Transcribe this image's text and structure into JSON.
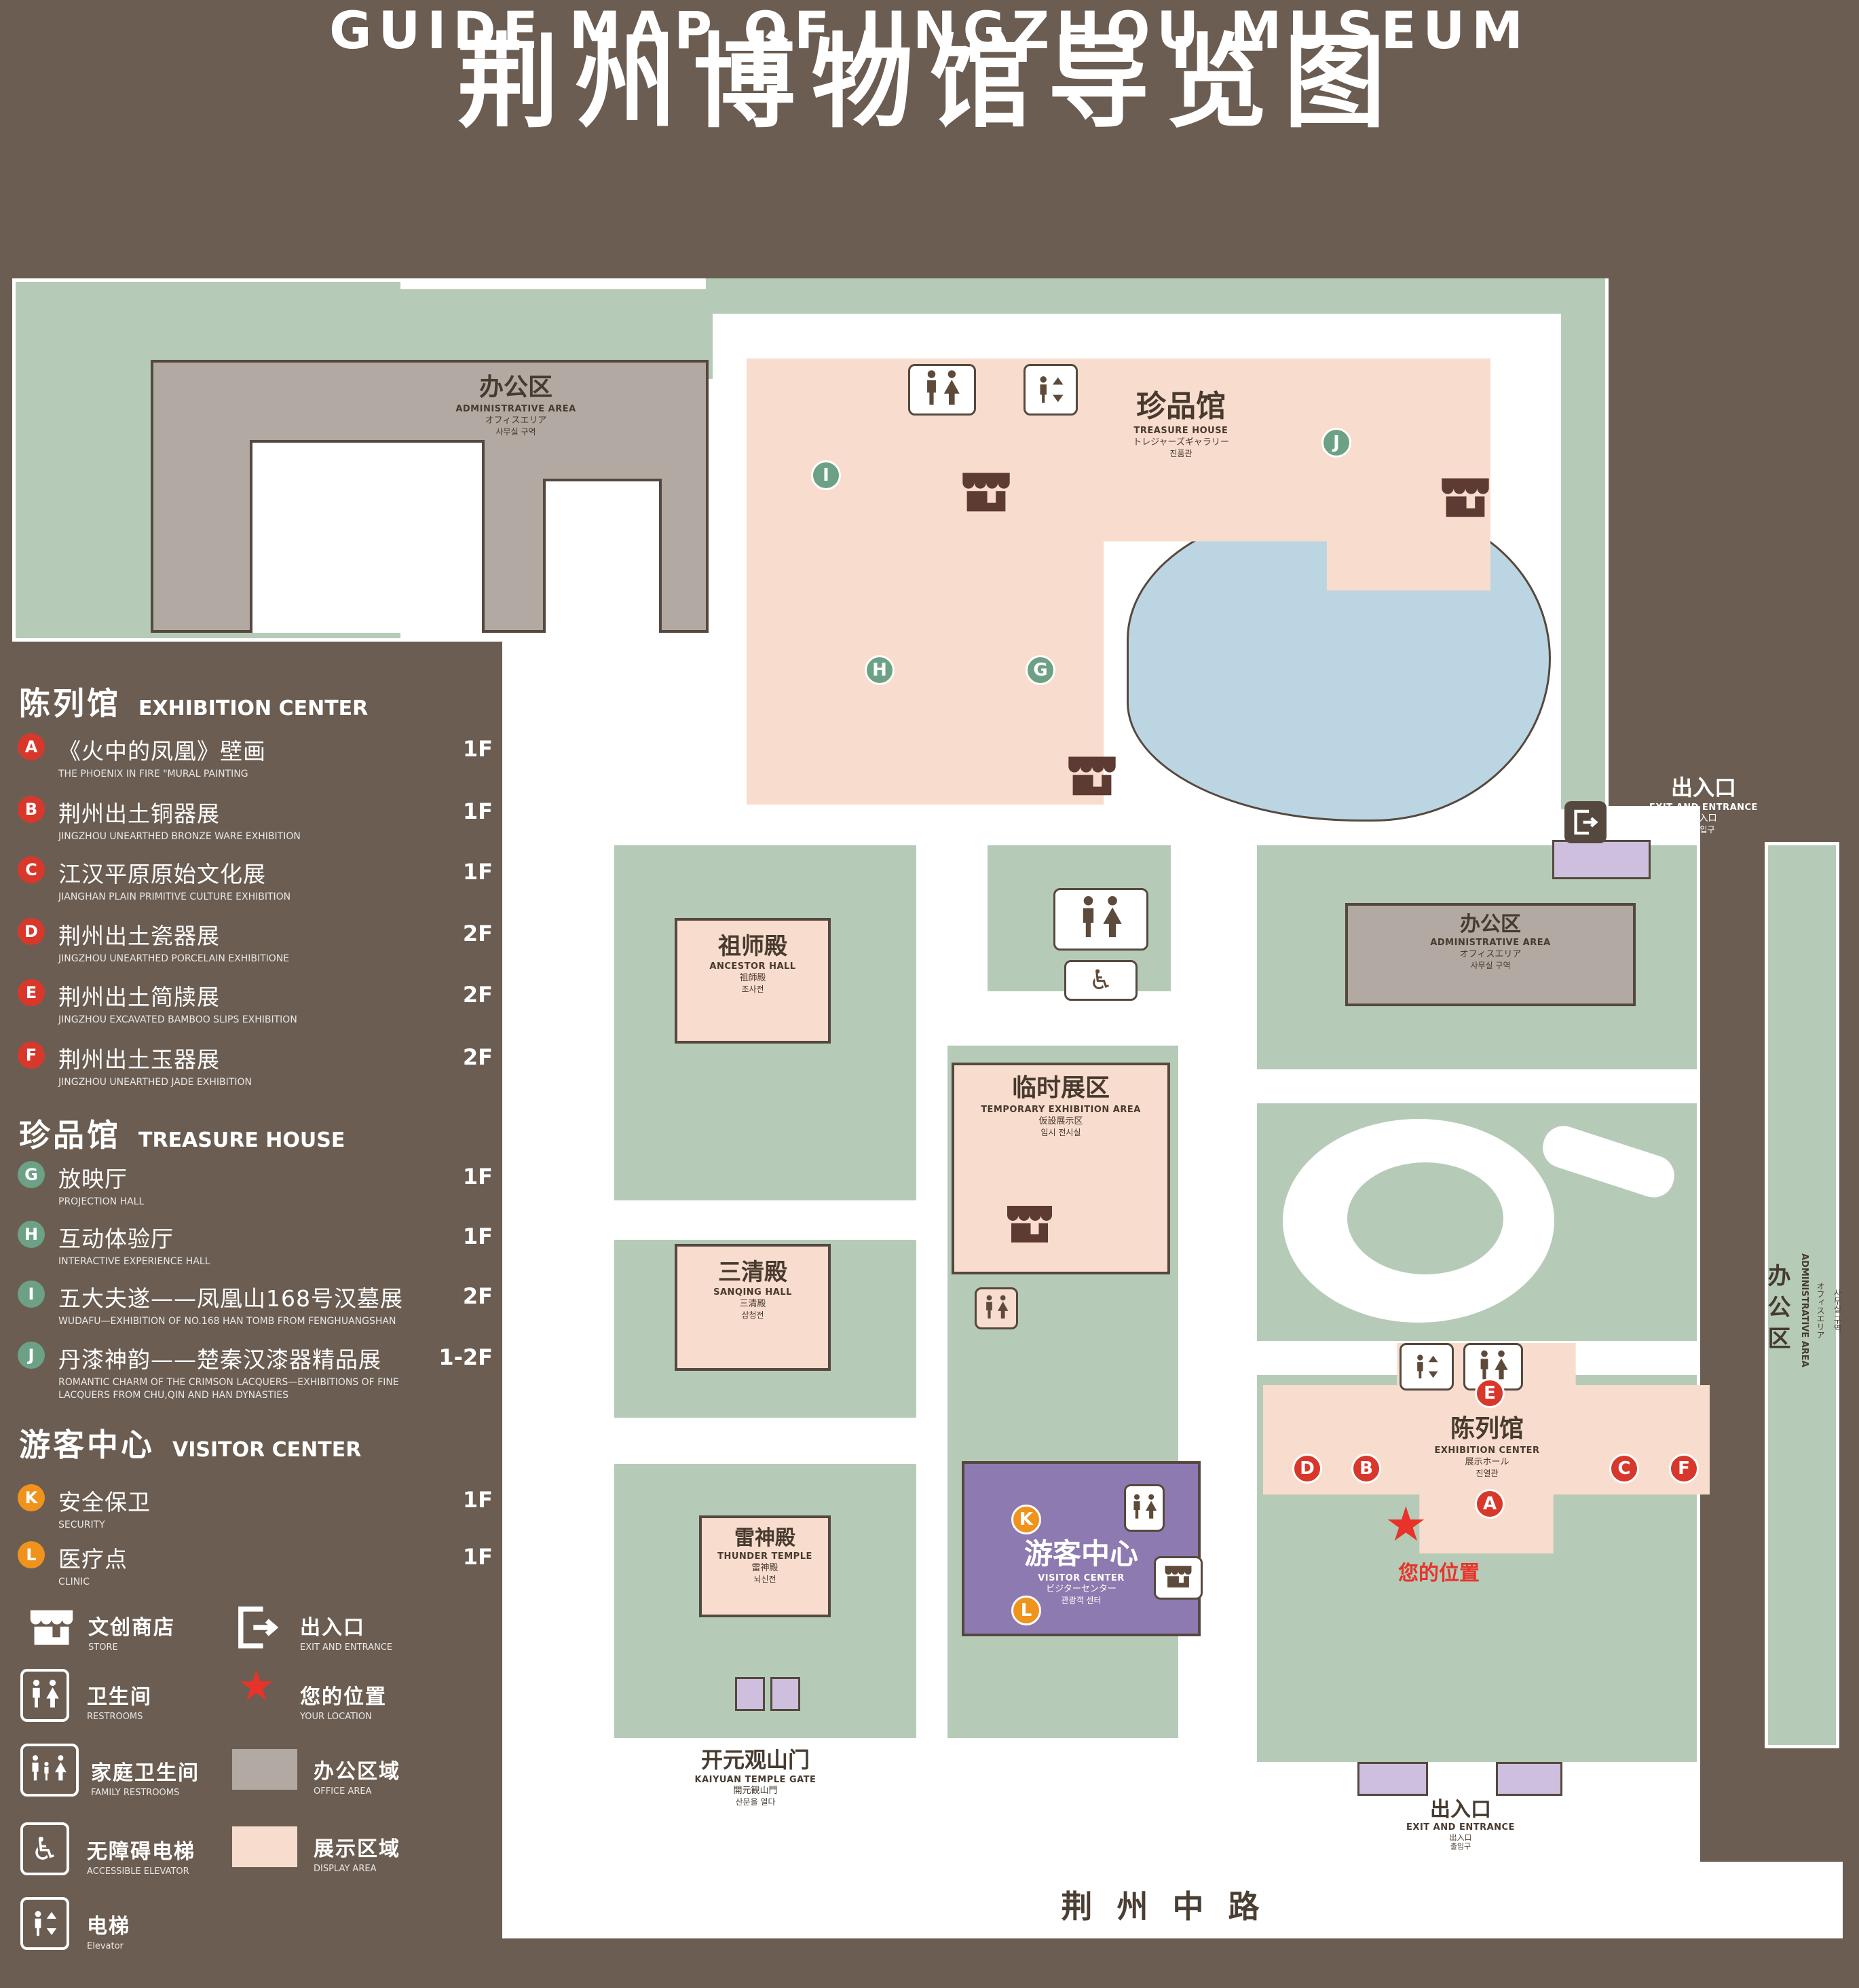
{
  "title": {
    "cn": "荆州博物馆导览图",
    "en": "GUIDE MAP OF JINGZHOU MUSEUM"
  },
  "legend": {
    "sections": [
      {
        "cn": "陈列馆",
        "en": "EXHIBITION CENTER",
        "items": [
          {
            "id": "A",
            "cn": "《火中的凤凰》壁画",
            "en": "THE PHOENIX IN FIRE \"MURAL PAINTING",
            "floor": "1F"
          },
          {
            "id": "B",
            "cn": "荆州出土铜器展",
            "en": "JINGZHOU UNEARTHED BRONZE WARE EXHIBITION",
            "floor": "1F"
          },
          {
            "id": "C",
            "cn": "江汉平原原始文化展",
            "en": "JIANGHAN PLAIN PRIMITIVE CULTURE EXHIBITION",
            "floor": "1F"
          },
          {
            "id": "D",
            "cn": "荆州出土瓷器展",
            "en": "JINGZHOU UNEARTHED PORCELAIN EXHIBITIONE",
            "floor": "2F"
          },
          {
            "id": "E",
            "cn": "荆州出土简牍展",
            "en": "JINGZHOU EXCAVATED BAMBOO SLIPS EXHIBITION",
            "floor": "2F"
          },
          {
            "id": "F",
            "cn": "荆州出土玉器展",
            "en": "JINGZHOU UNEARTHED JADE EXHIBITION",
            "floor": "2F"
          }
        ]
      },
      {
        "cn": "珍品馆",
        "en": "TREASURE HOUSE",
        "items": [
          {
            "id": "G",
            "cn": "放映厅",
            "en": "PROJECTION HALL",
            "floor": "1F"
          },
          {
            "id": "H",
            "cn": "互动体验厅",
            "en": "INTERACTIVE EXPERIENCE HALL",
            "floor": "1F"
          },
          {
            "id": "I",
            "cn": "五大夫遂——凤凰山168号汉墓展",
            "en": "WUDAFU—EXHIBITION OF NO.168 HAN TOMB FROM FENGHUANGSHAN",
            "floor": "2F"
          },
          {
            "id": "J",
            "cn": "丹漆神韵——楚秦汉漆器精品展",
            "en": "ROMANTIC CHARM OF THE CRIMSON LACQUERS—EXHIBITIONS OF FINE LACQUERS FROM CHU,QIN AND HAN DYNASTIES",
            "floor": "1-2F"
          }
        ]
      },
      {
        "cn": "游客中心",
        "en": "VISITOR CENTER",
        "items": [
          {
            "id": "K",
            "cn": "安全保卫",
            "en": "SECURITY",
            "floor": "1F"
          },
          {
            "id": "L",
            "cn": "医疗点",
            "en": "CLINIC",
            "floor": "1F"
          }
        ]
      }
    ],
    "symbols": {
      "store": {
        "cn": "文创商店",
        "en": "STORE"
      },
      "exit": {
        "cn": "出入口",
        "en": "EXIT AND ENTRANCE"
      },
      "restroom": {
        "cn": "卫生间",
        "en": "RESTROOMS"
      },
      "location": {
        "cn": "您的位置",
        "en": "YOUR LOCATION"
      },
      "family": {
        "cn": "家庭卫生间",
        "en": "FAMILY RESTROOMS"
      },
      "office": {
        "cn": "办公区域",
        "en": "OFFICE AREA"
      },
      "accessible": {
        "cn": "无障碍电梯",
        "en": "ACCESSIBLE ELEVATOR"
      },
      "display": {
        "cn": "展示区域",
        "en": "DISPLAY AREA"
      },
      "elevator": {
        "cn": "电梯",
        "en": "Elevator"
      }
    }
  },
  "map": {
    "admin": {
      "cn": "办公区",
      "en": "ADMINISTRATIVE AREA",
      "jp": "オフィスエリア",
      "kr": "사무실 구역"
    },
    "treasure": {
      "cn": "珍品馆",
      "en": "TREASURE HOUSE",
      "jp": "トレジャーズギャラリー",
      "kr": "진품관"
    },
    "ancestor": {
      "cn": "祖师殿",
      "en": "ANCESTOR HALL",
      "jp": "祖師殿",
      "kr": "조사전"
    },
    "temporary": {
      "cn": "临时展区",
      "en": "TEMPORARY EXHIBITION AREA",
      "jp": "仮設展示区",
      "kr": "임시 전시실"
    },
    "sanqing": {
      "cn": "三清殿",
      "en": "SANQING HALL",
      "jp": "三清殿",
      "kr": "삼청전"
    },
    "thunder": {
      "cn": "雷神殿",
      "en": "THUNDER TEMPLE",
      "jp": "雷神殿",
      "kr": "뇌신전"
    },
    "visitor": {
      "cn": "游客中心",
      "en": "VISITOR CENTER",
      "jp": "ビジターセンター",
      "kr": "관광객 센터"
    },
    "exhibition": {
      "cn": "陈列馆",
      "en": "EXHIBITION CENTER",
      "jp": "展示ホール",
      "kr": "진열관"
    },
    "gate": {
      "cn": "开元观山门",
      "en": "KAIYUAN TEMPLE GATE",
      "jp": "開元観山門",
      "kr": "산문을 열다"
    },
    "exit": {
      "cn": "出入口",
      "en": "EXIT AND ENTRANCE",
      "jp": "出入口",
      "kr": "출입구"
    },
    "road": "荆州中路",
    "your_location": "您的位置"
  }
}
